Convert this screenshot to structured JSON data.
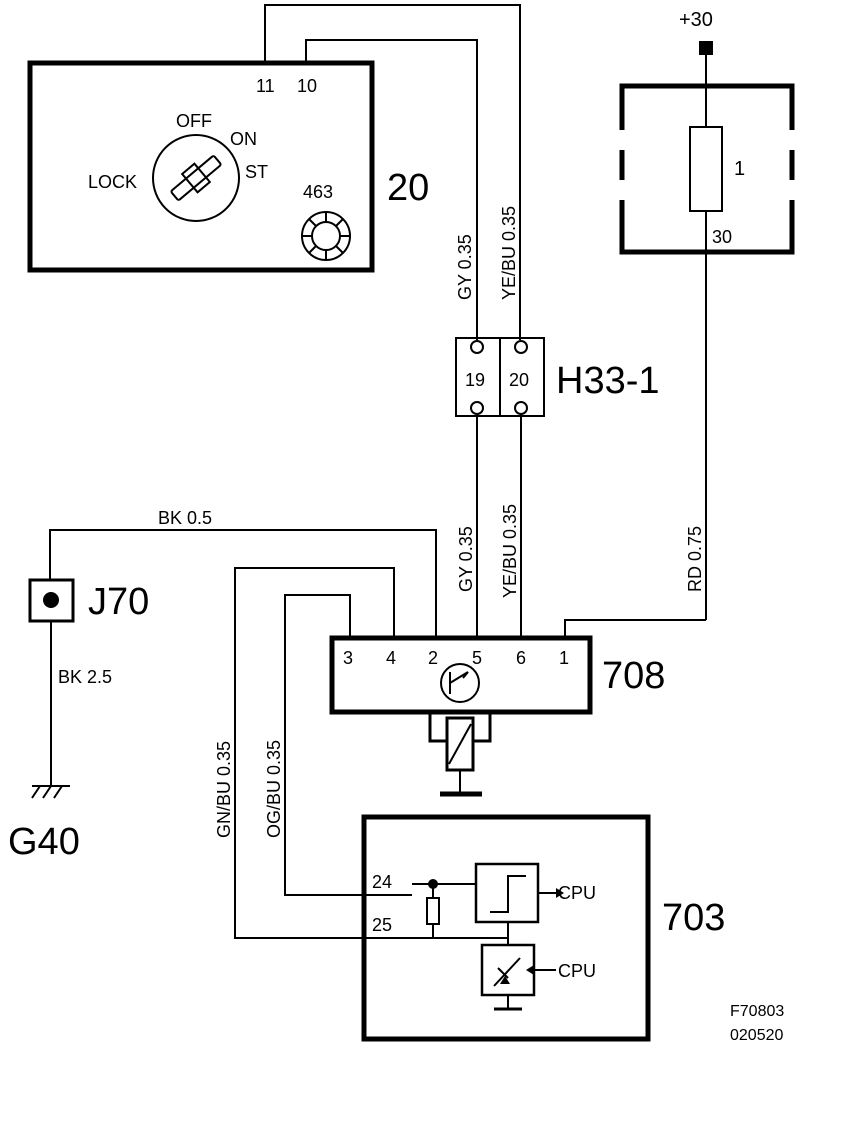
{
  "ignition_switch": {
    "id": "20",
    "pin_11": "11",
    "pin_10": "10",
    "pos_off": "OFF",
    "pos_on": "ON",
    "pos_st": "ST",
    "pos_lock": "LOCK",
    "lamp_id": "463"
  },
  "fuse_box": {
    "supply": "+30",
    "fuse_no": "1",
    "pin_30": "30"
  },
  "wires": {
    "gy_upper": "GY  0.35",
    "yebu_upper": "YE/BU  0.35",
    "gy_lower": "GY  0.35",
    "yebu_lower": "YE/BU  0.35",
    "rd": "RD  0.75",
    "bk_05": "BK   0.5",
    "bk_25": "BK  2.5",
    "gnbu": "GN/BU   0.35",
    "ogbu": "OG/BU   0.35"
  },
  "connector_h33": {
    "id": "H33-1",
    "pin_19": "19",
    "pin_20": "20"
  },
  "splice": {
    "id": "J70"
  },
  "ground": {
    "id": "G40"
  },
  "control_708": {
    "id": "708",
    "pins": [
      "3",
      "4",
      "2",
      "5",
      "6",
      "1"
    ]
  },
  "module_703": {
    "id": "703",
    "pin_24": "24",
    "pin_25": "25",
    "cpu_1": "CPU",
    "cpu_2": "CPU"
  },
  "figure_ref": {
    "code": "F70803",
    "date": "020520"
  }
}
